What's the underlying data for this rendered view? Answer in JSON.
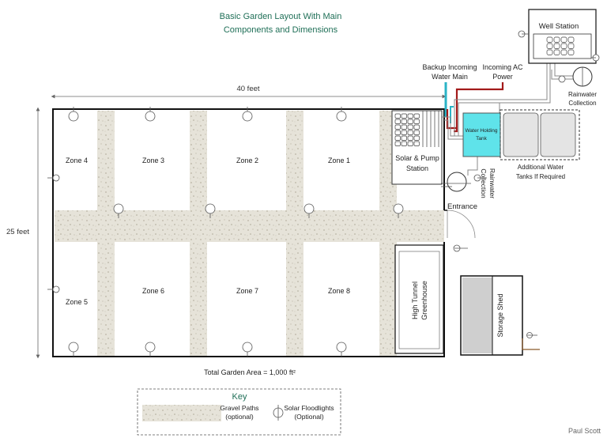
{
  "title": {
    "line1": "Basic Garden Layout With Main",
    "line2": "Components and Dimensions"
  },
  "dimensions": {
    "width": "40 feet",
    "height": "25 feet"
  },
  "zones": {
    "z1": "Zone 1",
    "z2": "Zone 2",
    "z3": "Zone 3",
    "z4": "Zone 4",
    "z5": "Zone 5",
    "z6": "Zone 6",
    "z7": "Zone 7",
    "z8": "Zone 8"
  },
  "solar_pump": {
    "line1": "Solar & Pump",
    "line2": "Station"
  },
  "backup_water": {
    "line1": "Backup Incoming",
    "line2": "Water Main"
  },
  "incoming_ac": {
    "line1": "Incoming AC",
    "line2": "Power"
  },
  "well_station": "Well Station",
  "rainwater_right": {
    "line1": "Rainwater",
    "line2": "Collection"
  },
  "water_tank": {
    "line1": "Water Holding",
    "line2": "Tank"
  },
  "additional_tanks": {
    "line1": "Additional Water",
    "line2": "Tanks If Required"
  },
  "rainwater_vertical": {
    "line1": "Rainwater",
    "line2": "Collection"
  },
  "entrance": "Entrance",
  "greenhouse": {
    "line1": "High Tunnel",
    "line2": "Greenhouse"
  },
  "storage_shed": "Storage Shed",
  "total_area": "Total Garden Area = 1,000 ft²",
  "key": {
    "title": "Key",
    "gravel_line1": "Gravel Paths",
    "gravel_line2": "(optional)",
    "flood_line1": "Solar Floodlights",
    "flood_line2": "(Optional)"
  },
  "author": "Paul Scott",
  "colors": {
    "title": "#1f6f57",
    "key_title": "#1f6f57",
    "water_tank": "#5fe3ea",
    "backup_pipe": "#2ab3c6",
    "ac_line": "#a31a1a",
    "gravel": "#e4e1d6",
    "fence": "#111111"
  }
}
